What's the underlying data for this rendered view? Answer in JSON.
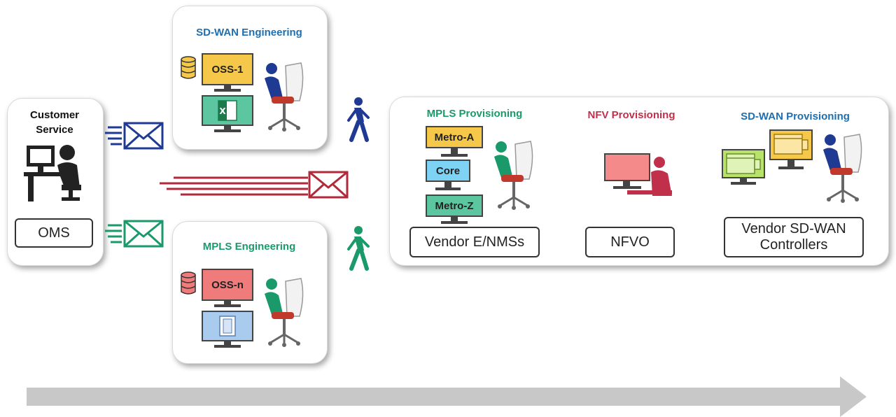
{
  "customer_service": {
    "title": "Customer\nService",
    "system": "OMS"
  },
  "sdwan_engineering": {
    "title": "SD-WAN Engineering",
    "oss": "OSS-1",
    "app_icon": "excel-icon",
    "title_color": "#1f6fb0",
    "oss_color": "#f5c84a"
  },
  "mpls_engineering": {
    "title": "MPLS Engineering",
    "oss": "OSS-n",
    "app_icon": "document-icon",
    "title_color": "#1a9a6a",
    "oss_color": "#ef7b7b"
  },
  "provisioning": {
    "mpls": {
      "title": "MPLS Provisioning",
      "systems": [
        "Metro-A",
        "Core",
        "Metro-Z"
      ],
      "tool": "Vendor E/NMSs",
      "title_color": "#1a9a6a"
    },
    "nfv": {
      "title": "NFV Provisioning",
      "tool": "NFVO",
      "title_color": "#c0304a"
    },
    "sdwan": {
      "title": "SD-WAN Provisioning",
      "tool": "Vendor SD-WAN\nControllers",
      "title_color": "#1f6fb0"
    }
  },
  "colors": {
    "blue": "#1f3a93",
    "red": "#b02a3a",
    "green": "#1a9a6a",
    "timeline_arrow": "#c8c8c8"
  }
}
